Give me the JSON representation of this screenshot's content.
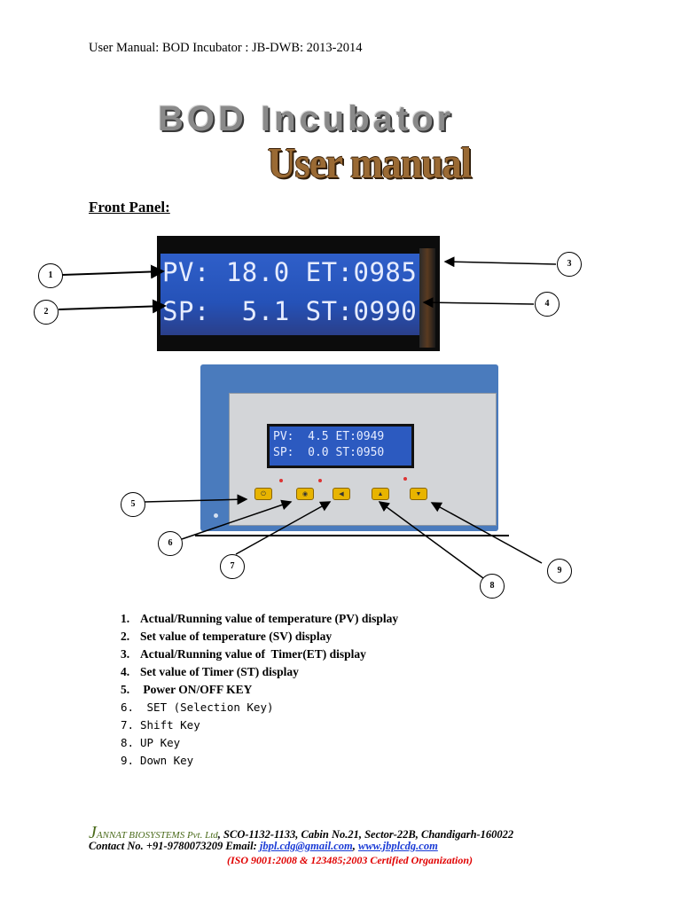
{
  "header": {
    "text": "User Manual: BOD Incubator : JB-DWB: 2013-2014"
  },
  "logo": {
    "title": "BOD Incubator",
    "subtitle": "User manual"
  },
  "section_title": "Front Panel:",
  "lcd_closeup": {
    "line1": "PV: 18.0 ET:0985",
    "line2": "SP:  5.1 ST:0990"
  },
  "device": {
    "lcd_line1": "PV:  4.5 ET:0949",
    "lcd_line2": "SP:  0.0 ST:0950"
  },
  "callouts": [
    "1",
    "2",
    "3",
    "4",
    "5",
    "6",
    "7",
    "8",
    "9"
  ],
  "items": [
    {
      "num": "1.",
      "text": "Actual/Running value of temperature (PV) display"
    },
    {
      "num": "2.",
      "text": "Set value of temperature (SV) display"
    },
    {
      "num": "3.",
      "text": "Actual/Running value of  Timer(ET) display"
    },
    {
      "num": "4.",
      "text": "Set value of Timer (ST) display"
    },
    {
      "num": "5.",
      "text": " Power ON/OFF KEY"
    },
    {
      "num": "6.",
      "text": " SET (Selection Key)"
    },
    {
      "num": "7.",
      "text": "Shift Key"
    },
    {
      "num": "8.",
      "text": "UP Key"
    },
    {
      "num": "9.",
      "text": "Down Key"
    }
  ],
  "footer": {
    "brand_initial": "J",
    "brand_rest": "ANNAT BIOSYSTEMS Pvt. Ltd",
    "address": ", SCO-1132-1133, Cabin No.21, Sector-22B, Chandigarh-160022",
    "contact": "Contact No. +91-9780073209 Email",
    "colon": ":",
    "email": "jbpl.cdg@gmail.com",
    "comma": ",",
    "website": "www.jbplcdg.com",
    "certification": "(ISO 9001:2008 & 123485;2003 Certified Organization)"
  },
  "colors": {
    "lcd_blue": "#2c5ac0",
    "panel_blue": "#4a7bbd",
    "key_yellow": "#e8b400",
    "link_blue": "#1a3bd6",
    "cert_red": "#e00000"
  }
}
